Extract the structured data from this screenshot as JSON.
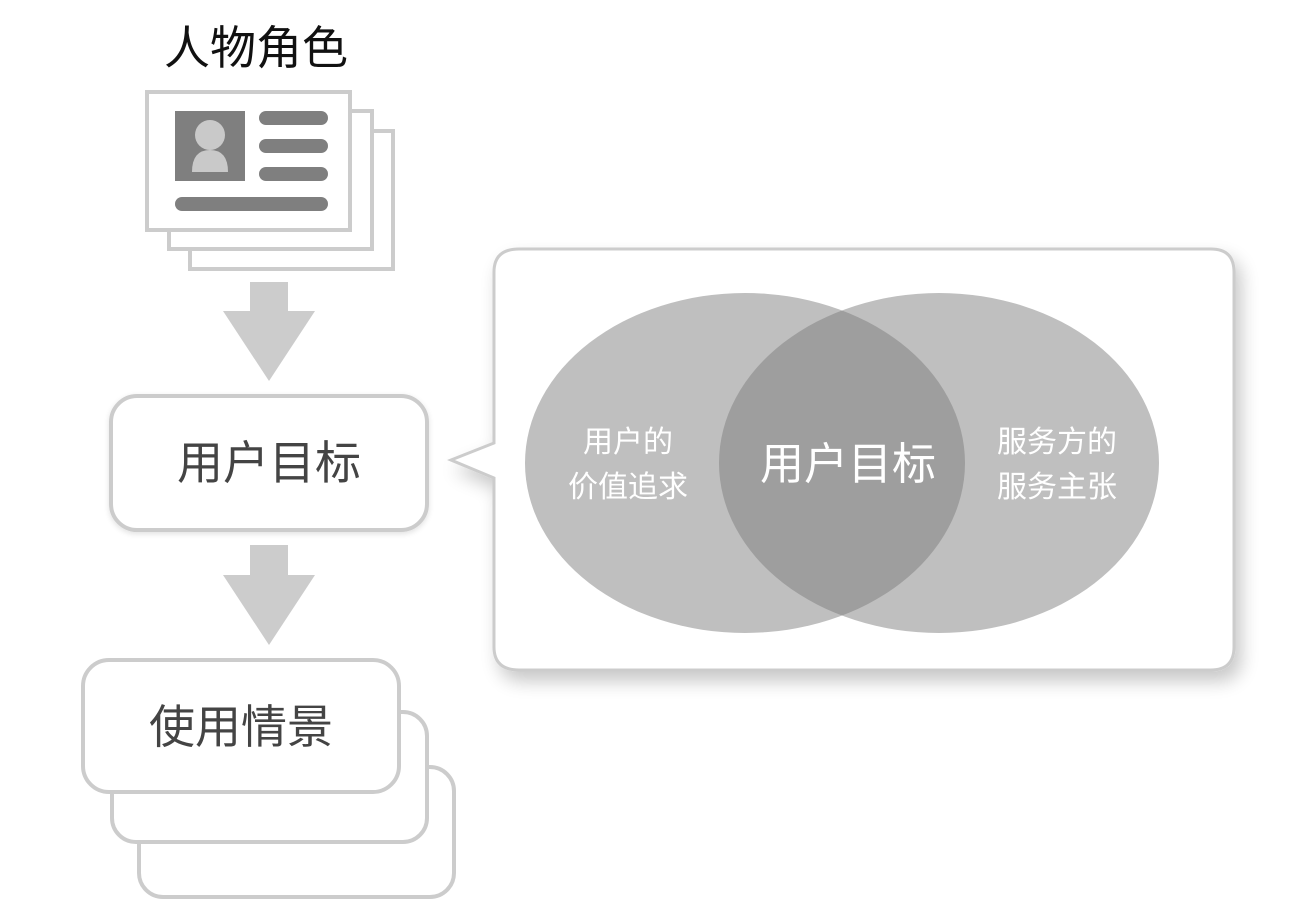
{
  "persona": {
    "title": "人物角色",
    "icon": "persona-card-stack-icon"
  },
  "goal_box": {
    "label": "用户目标"
  },
  "scenario_box": {
    "label": "使用情景"
  },
  "callout": {
    "left_circle_lines": [
      "用户的",
      "价值追求"
    ],
    "right_circle_lines": [
      "服务方的",
      "服务主张"
    ],
    "intersection_label": "用户目标"
  },
  "colors": {
    "card_border": "#cccccc",
    "card_fill_dark": "#7f7f7f",
    "avatar_fill": "#c9c9c9",
    "arrow": "#cccccc",
    "box_border": "#cccccc",
    "circle_fill": "#bfbfbf",
    "intersection_fill": "#9e9e9e",
    "callout_border": "#cccccc"
  }
}
